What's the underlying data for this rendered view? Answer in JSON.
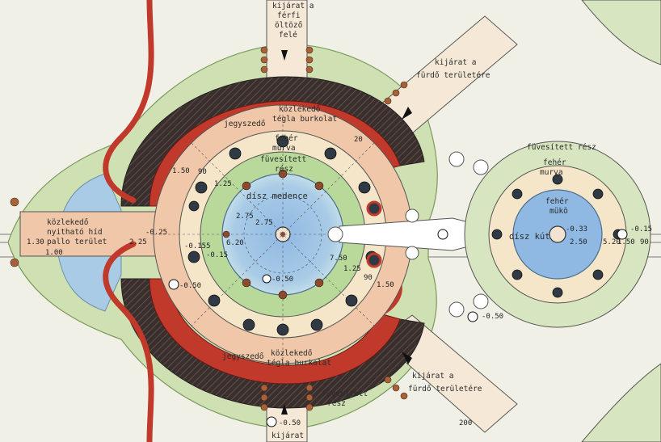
{
  "diagram": {
    "colors": {
      "paper": "#f1f0e6",
      "lawn": "#cfe1b2",
      "lawn_dark": "#9cc27d",
      "brick_path": "#f0c7a8",
      "gravel": "#f6e6c9",
      "hedge_dark": "#3b2f2d",
      "hedge_red": "#c0392b",
      "water": "#a9cbe6",
      "water_deep": "#6fa4d6",
      "tree": "#2f3a44",
      "tree_brown": "#8a4b2e"
    },
    "labels": {
      "entrance_men": [
        "kijárat a",
        "férfi",
        "öltöző",
        "felé"
      ],
      "exit_bath_top": [
        "kijárat a",
        "fürdő területére"
      ],
      "exit_bath_bottom": [
        "kijárat a",
        "fürdő területére"
      ],
      "exit_bottom": "kijárat",
      "paving_top": [
        "közlekedő",
        "tégla burkolat"
      ],
      "paving_bottom": [
        "közlekedő",
        "tégla burkolat"
      ],
      "ticket_top": "jegyszedő",
      "ticket_bottom": "jegyszedő",
      "gravel_inner": [
        "fehér",
        "murva"
      ],
      "lawn_inner": [
        "füvesített",
        "rész"
      ],
      "decor_pool": "dísz medence",
      "lawn_bottom": [
        "füvesített",
        "rész"
      ],
      "left_entry": [
        "közlekedő",
        "nyitható híd",
        "pallo terület"
      ],
      "right_lawn": [
        "füvesített rész"
      ],
      "right_gravel": [
        "fehér",
        "murva"
      ],
      "right_mosaic": [
        "fehér",
        "mükö"
      ],
      "decor_well": "dísz kút"
    },
    "dimensions": {
      "d150a": "1.50",
      "d90a": "90",
      "d125a": "1.25",
      "d150b": "1.50",
      "d90b": "90",
      "d125b": "1.25",
      "d275a": "2.75",
      "d620": "6.20",
      "d275b": "2.75",
      "d750": "7.50",
      "d225": "2.25",
      "d025": "-0.25",
      "d130": "1.30",
      "d100": "1.00",
      "d050a": "-0.50",
      "d050b": "-0.50",
      "d050c": "-0.50",
      "d015": "-0.15",
      "d155": "-0.155",
      "r250": "2.50",
      "r033": "-0.33",
      "r015": "-0.15",
      "r520": "5.20",
      "r150": "1.50",
      "r90": "90",
      "r050": "-0.50",
      "w200": "200",
      "w20": "20"
    }
  }
}
